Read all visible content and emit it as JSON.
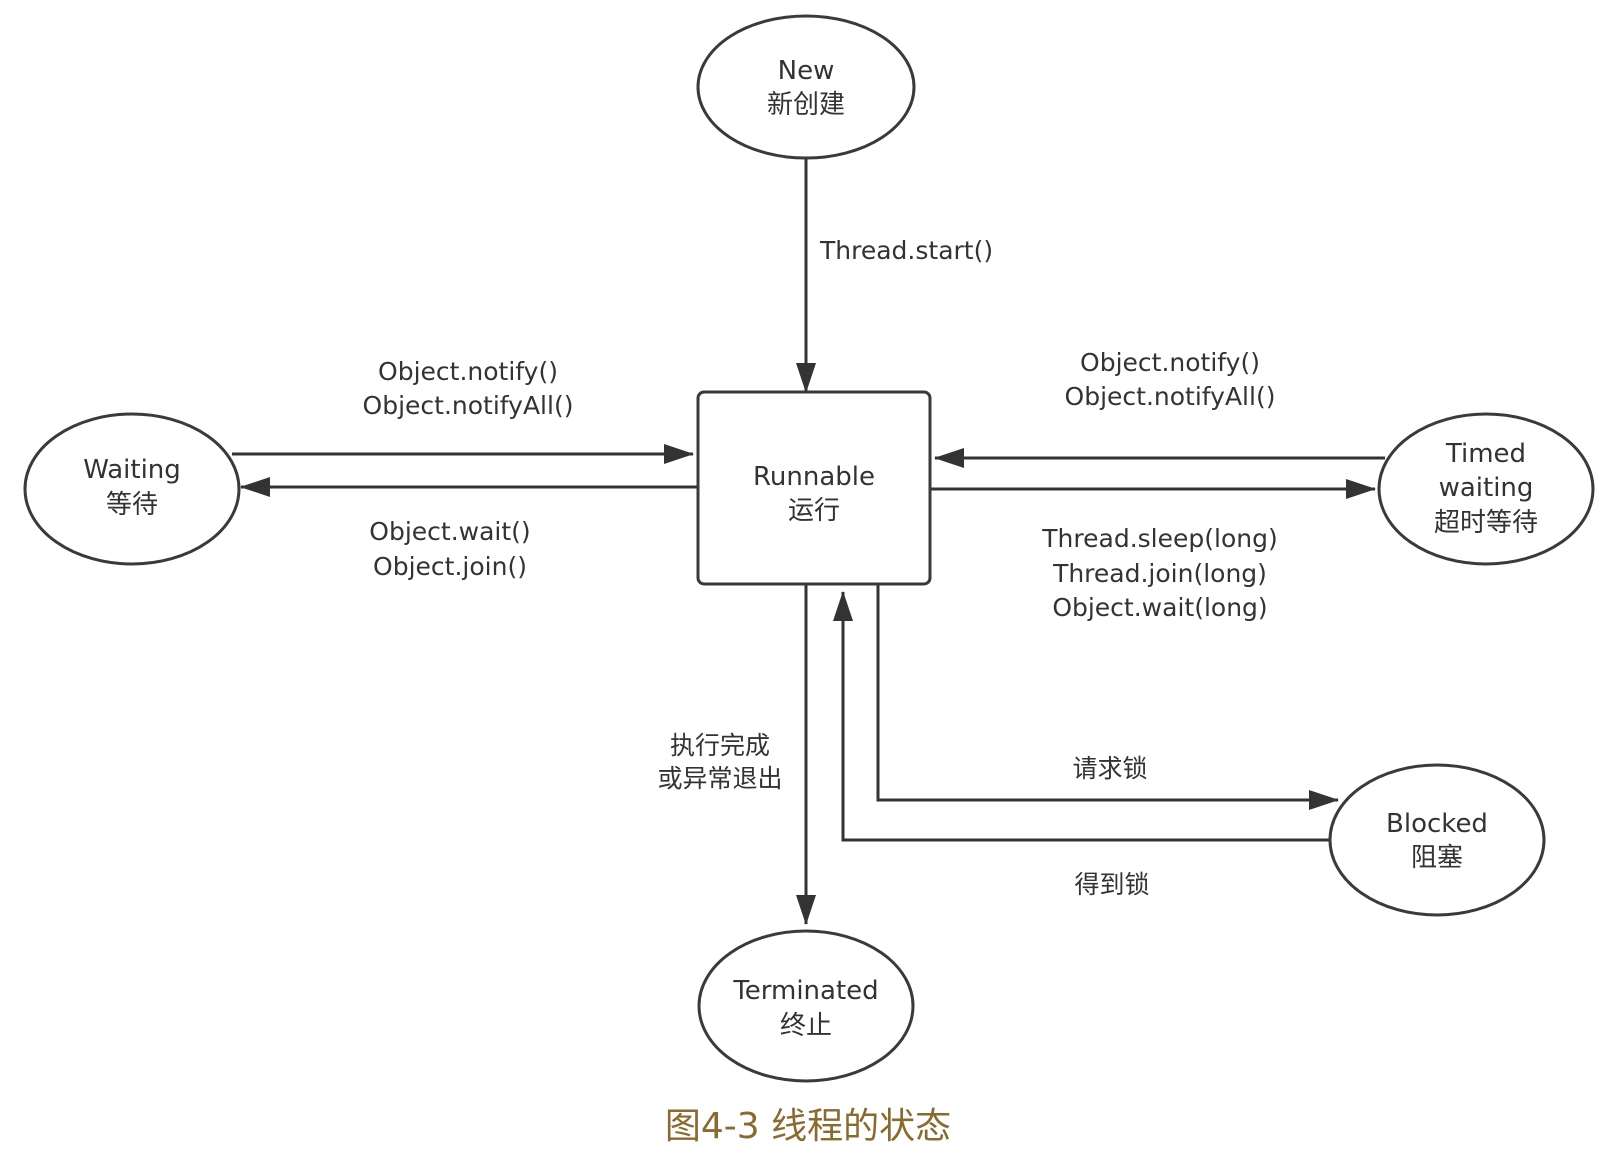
{
  "nodes": {
    "new": {
      "line1": "New",
      "line2": "新创建"
    },
    "runnable": {
      "line1": "Runnable",
      "line2": "运行"
    },
    "waiting": {
      "line1": "Waiting",
      "line2": "等待"
    },
    "timed_waiting": {
      "line1": "Timed",
      "line2": "waiting",
      "line3": "超时等待"
    },
    "blocked": {
      "line1": "Blocked",
      "line2": "阻塞"
    },
    "terminated": {
      "line1": "Terminated",
      "line2": "终止"
    }
  },
  "edges": {
    "start": {
      "label": "Thread.start()"
    },
    "waiting_to_runnable": {
      "line1": "Object.notify()",
      "line2": "Object.notifyAll()"
    },
    "runnable_to_waiting": {
      "line1": "Object.wait()",
      "line2": "Object.join()"
    },
    "timed_to_runnable": {
      "line1": "Object.notify()",
      "line2": "Object.notifyAll()"
    },
    "runnable_to_timed": {
      "line1": "Thread.sleep(long)",
      "line2": "Thread.join(long)",
      "line3": "Object.wait(long)"
    },
    "runnable_to_terminated": {
      "line1": "执行完成",
      "line2": "或异常退出"
    },
    "request_lock": {
      "label": "请求锁"
    },
    "acquire_lock": {
      "label": "得到锁"
    }
  },
  "caption": "图4-3 线程的状态"
}
